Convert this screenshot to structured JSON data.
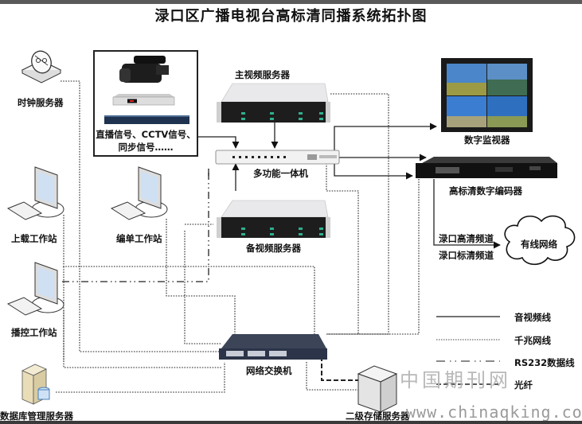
{
  "title": "渌口区广播电视台高标清同播系统拓扑图",
  "nodes": {
    "clock_server": "时钟服务器",
    "signal_source_line1": "直播信号、CCTV信号、",
    "signal_source_line2": "同步信号……",
    "main_video_server": "主视频服务器",
    "multifunction_unit": "多功能一体机",
    "backup_video_server": "备视频服务器",
    "digital_monitor": "数字监视器",
    "hd_encoder": "高标清数字编码器",
    "upload_workstation": "上载工作站",
    "edit_workstation": "编单工作站",
    "playout_workstation": "播控工作站",
    "network_switch": "网络交换机",
    "database_server": "数据库管理服务器",
    "secondary_storage": "二级存储服务器",
    "cable_network": "有线网络",
    "hd_channel": "渌口高清频道",
    "sd_channel": "渌口标清频道"
  },
  "legend": [
    {
      "label": "音视频线",
      "style": "solid"
    },
    {
      "label": "千兆网线",
      "style": "dotted"
    },
    {
      "label": "RS232数据线",
      "style": "dash-dot"
    },
    {
      "label": "光纤",
      "style": "dashed"
    }
  ],
  "watermark": {
    "cn": "中国期刊网",
    "url": "www.chinaqking.com"
  }
}
